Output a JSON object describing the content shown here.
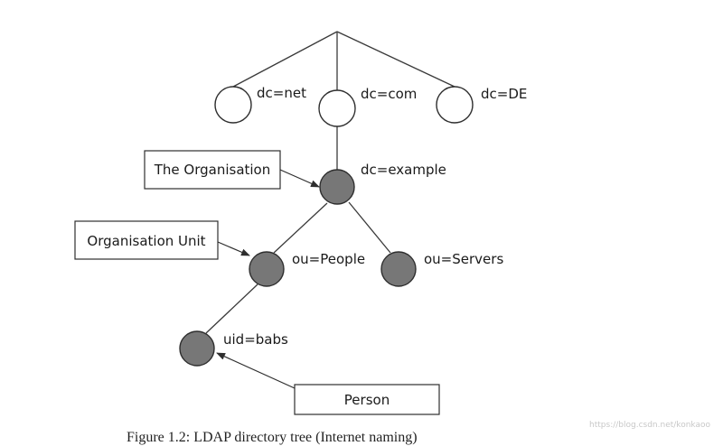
{
  "nodes": {
    "dc_net": "dc=net",
    "dc_com": "dc=com",
    "dc_de": "dc=DE",
    "dc_example": "dc=example",
    "ou_people": "ou=People",
    "ou_servers": "ou=Servers",
    "uid_babs": "uid=babs"
  },
  "callouts": {
    "organisation": "The Organisation",
    "organisation_unit": "Organisation Unit",
    "person": "Person"
  },
  "caption": "Figure 1.2: LDAP directory tree (Internet naming)",
  "watermark": "https://blog.csdn.net/konkaoo",
  "colors": {
    "filled_node": "#777777",
    "empty_node": "#ffffff",
    "stroke": "#2e2e2e"
  }
}
